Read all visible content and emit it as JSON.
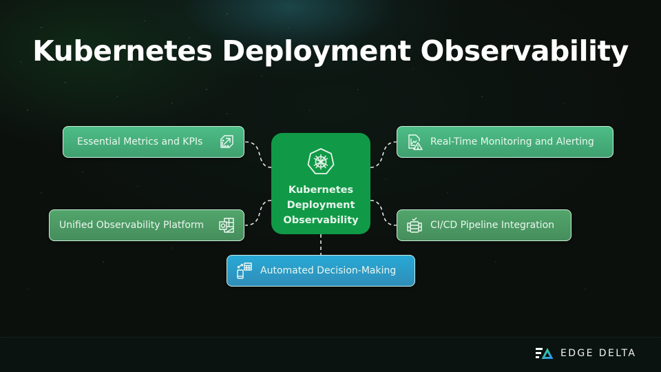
{
  "slide": {
    "title": "Kubernetes Deployment Observability"
  },
  "center_node": {
    "icon": "kubernetes-helm-icon",
    "lines": [
      "Kubernetes",
      "Deployment",
      "Observability"
    ],
    "color": "#109a47"
  },
  "nodes": [
    {
      "id": "essential-metrics",
      "label": "Essential Metrics and KPIs",
      "icon": "metrics-arrow-icon",
      "position": "top-left",
      "color": "#4dbd86"
    },
    {
      "id": "realtime-monitoring",
      "label": "Real-Time Monitoring and Alerting",
      "icon": "chart-alert-icon",
      "position": "top-right",
      "color": "#4dbd86"
    },
    {
      "id": "unified-observability",
      "label": "Unified Observability Platform",
      "icon": "platform-grid-icon",
      "position": "middle-left",
      "color": "#52a56b"
    },
    {
      "id": "cicd-pipeline",
      "label": "CI/CD Pipeline Integration",
      "icon": "pipeline-check-icon",
      "position": "middle-right",
      "color": "#52a56b"
    },
    {
      "id": "automated-decision",
      "label": "Automated Decision-Making",
      "icon": "device-calculator-icon",
      "position": "bottom",
      "color": "#28a9d6"
    }
  ],
  "footer": {
    "brand": "EDGE DELTA",
    "brand_icon": "edge-delta-logo-icon"
  }
}
